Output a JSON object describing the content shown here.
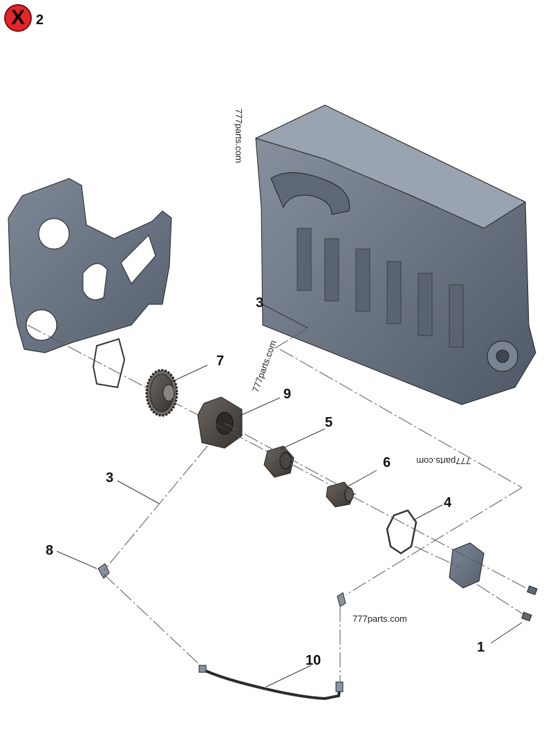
{
  "header": {
    "close_glyph": "X",
    "page_number": "2"
  },
  "watermark": "777parts.com",
  "callouts": {
    "c1": "1",
    "c3a": "3",
    "c3b": "3",
    "c4": "4",
    "c5": "5",
    "c6": "6",
    "c7": "7",
    "c8": "8",
    "c9": "9",
    "c10": "10"
  },
  "colors": {
    "badge": "#e3262a",
    "part": "#6e7785",
    "dark_part": "#4a4744"
  }
}
